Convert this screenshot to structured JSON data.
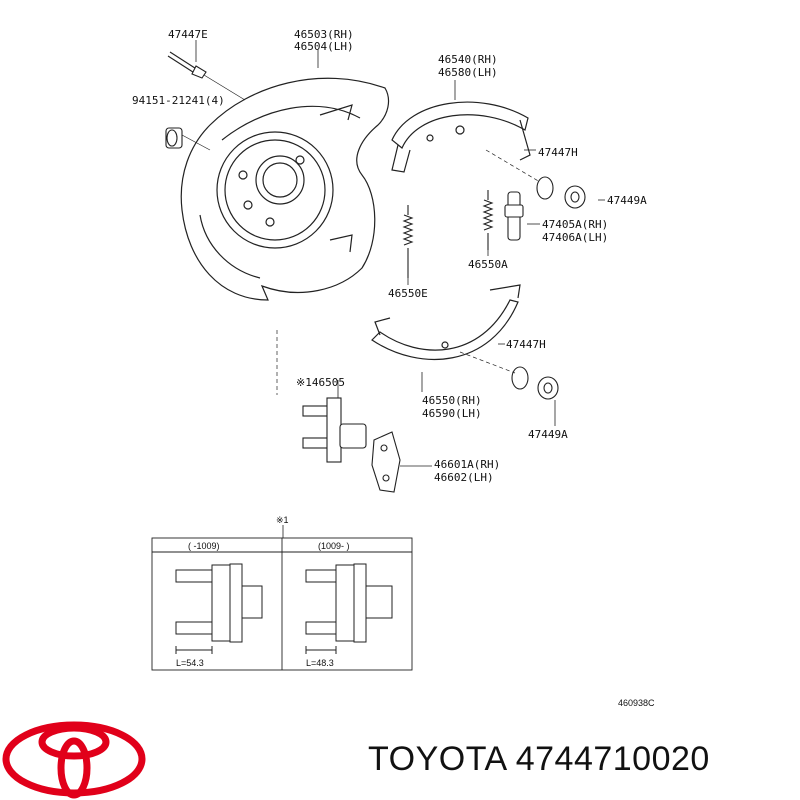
{
  "labels": {
    "l47447e_top": "47447E",
    "l46503": "46503(RH)",
    "l46504": "46504(LH)",
    "l94151": "94151-21241(4)",
    "l46540": "46540(RH)",
    "l46580": "46580(LH)",
    "l47447h_top": "47447H",
    "l47449a_top": "47449A",
    "l47405a": "47405A(RH)",
    "l47406a": "47406A(LH)",
    "l46550a": "46550A",
    "l46550e": "46550E",
    "l47447h_bot": "47447H",
    "l46505": "※146505",
    "l46550": "46550(RH)",
    "l46590": "46590(LH)",
    "l47449a_bot": "47449A",
    "l46601a": "46601A(RH)",
    "l46602": "46602(LH)",
    "ref_mark": "※1",
    "box_left_range": "( -1009)",
    "box_right_range": "(1009- )",
    "len_left": "L=54.3",
    "len_right": "L=48.3",
    "figure_code": "460938C"
  },
  "brand": {
    "text": "TOYOTA 4744710020"
  },
  "colors": {
    "logo_red": "#e1001a",
    "line": "#222222"
  }
}
